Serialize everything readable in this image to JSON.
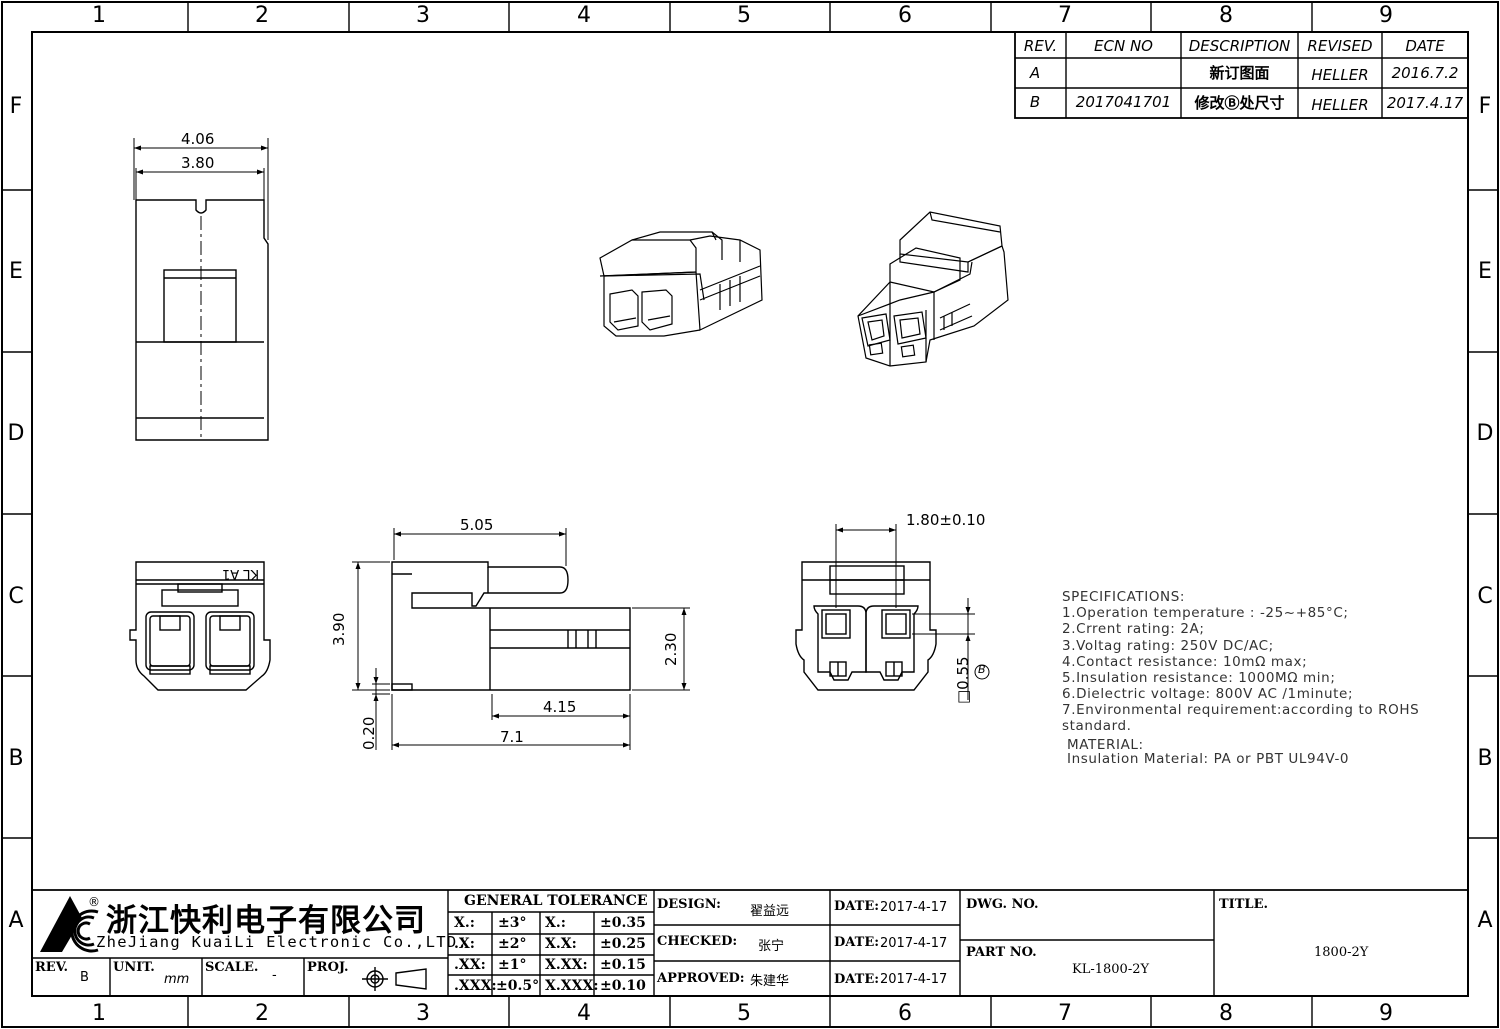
{
  "grid": {
    "columns": [
      "1",
      "2",
      "3",
      "4",
      "5",
      "6",
      "7",
      "8",
      "9"
    ],
    "rows": [
      "F",
      "E",
      "D",
      "C",
      "B",
      "A"
    ]
  },
  "revisions": {
    "headers": [
      "REV.",
      "ECN NO",
      "DESCRIPTION",
      "REVISED",
      "DATE"
    ],
    "rows": [
      [
        "A",
        "",
        "新订图面",
        "HELLER",
        "2016.7.2"
      ],
      [
        "B",
        "2017041701",
        "修改Ⓑ处尺寸",
        "HELLER",
        "2017.4.17"
      ]
    ]
  },
  "dimensions": {
    "top_width_outer": "4.06",
    "top_width_inner": "3.80",
    "side_length_top": "5.05",
    "side_height": "3.90",
    "side_body_height": "2.30",
    "side_base": "0.20",
    "side_length_mid": "4.15",
    "side_length_total": "7.1",
    "front_pitch": "1.80±0.10",
    "front_pin": "□0.55",
    "front_pin_rev": "B"
  },
  "part_marking": "KL A1",
  "specifications": {
    "heading": "SPECIFICATIONS:",
    "lines": [
      "1.Operation temperature : -25~+85°C;",
      "2.Crrent rating: 2A;",
      "3.Voltag rating: 250V DC/AC;",
      "4.Contact resistance: 10mΩ max;",
      "5.Insulation resistance: 1000MΩ min;",
      "6.Dielectric voltage: 800V AC /1minute;",
      "7.Environmental requirement:according to ROHS",
      "standard."
    ],
    "material_heading": "MATERIAL:",
    "material": "Insulation Material: PA or PBT UL94V-0"
  },
  "title_block": {
    "company_cn": "浙江快利电子有限公司",
    "company_en": "ZheJiang KuaiLi Electronic Co.,LTD.",
    "registered": "®",
    "rev_label": "REV.",
    "rev_value": "B",
    "unit_label": "UNIT.",
    "unit_value": "mm",
    "scale_label": "SCALE.",
    "scale_value": "-",
    "proj_label": "PROJ.",
    "tolerance_title": "GENERAL TOLERANCE",
    "tolerances": [
      [
        "X.:",
        "±3°",
        "X.:",
        "±0.35"
      ],
      [
        ".X:",
        "±2°",
        "X.X:",
        "±0.25"
      ],
      [
        ".XX:",
        "±1°",
        "X.XX:",
        "±0.15"
      ],
      [
        ".XXX:",
        "±0.5°",
        "X.XXX:",
        "±0.10"
      ]
    ],
    "design_label": "DESIGN:",
    "design_value": "翟益远",
    "checked_label": "CHECKED:",
    "checked_value": "张宁",
    "approved_label": "APPROVED:",
    "approved_value": "朱建华",
    "date_label": "DATE:",
    "design_date": "2017-4-17",
    "checked_date": "2017-4-17",
    "approved_date": "2017-4-17",
    "dwg_label": "DWG. NO.",
    "dwg_value": "",
    "part_label": "PART NO.",
    "part_value": "KL-1800-2Y",
    "title_label": "TITLE.",
    "title_value": "1800-2Y"
  }
}
